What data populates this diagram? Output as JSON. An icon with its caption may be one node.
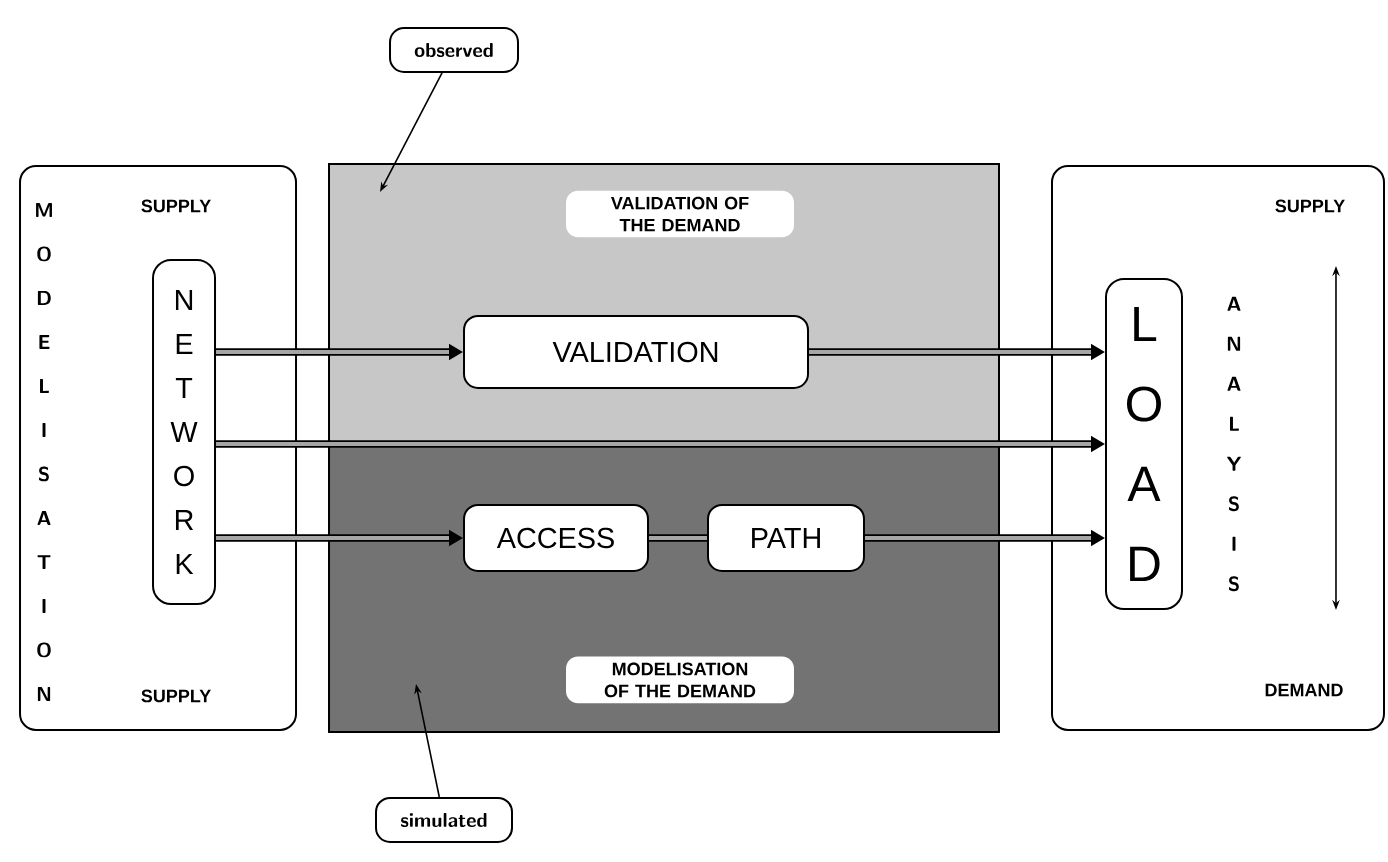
{
  "diagram": {
    "nodes": [
      {
        "text": [
          "MODELISATION",
          "SUPPLY",
          "SUPPLY"
        ]
      },
      {
        "text": [
          "NETWORK"
        ],
        "in": 0
      },
      {
        "text": [
          "VALIDATION OF THE DEMAND"
        ]
      },
      {
        "text": [
          "VALIDATION"
        ],
        "in": 2
      },
      {
        "text": [
          "MODELISATION OF THE DEMAND"
        ]
      },
      {
        "text": [
          "ACCESS"
        ],
        "in": 4
      },
      {
        "text": [
          "PATH"
        ],
        "in": 4
      },
      {
        "text": [
          "SUPPLY",
          "ANALYSIS",
          "DEMAND"
        ]
      },
      {
        "text": [
          "LOAD"
        ],
        "in": 7
      },
      {
        "text": [
          "observed"
        ]
      },
      {
        "text": [
          "simulated"
        ]
      }
    ],
    "edges": [
      {
        "from": 1,
        "to": 3,
        "arrow": "to"
      },
      {
        "from": 3,
        "to": 8,
        "arrow": "to"
      },
      {
        "from": 1,
        "to": 8,
        "arrow": "to"
      },
      {
        "from": 1,
        "to": 5,
        "arrow": "to"
      },
      {
        "from": 5,
        "to": 6,
        "arrow": "none"
      },
      {
        "from": 6,
        "to": 8,
        "arrow": "to"
      },
      {
        "from": 9,
        "to": 2,
        "arrow": "to"
      },
      {
        "from": 10,
        "to": 4,
        "arrow": "to"
      }
    ]
  }
}
